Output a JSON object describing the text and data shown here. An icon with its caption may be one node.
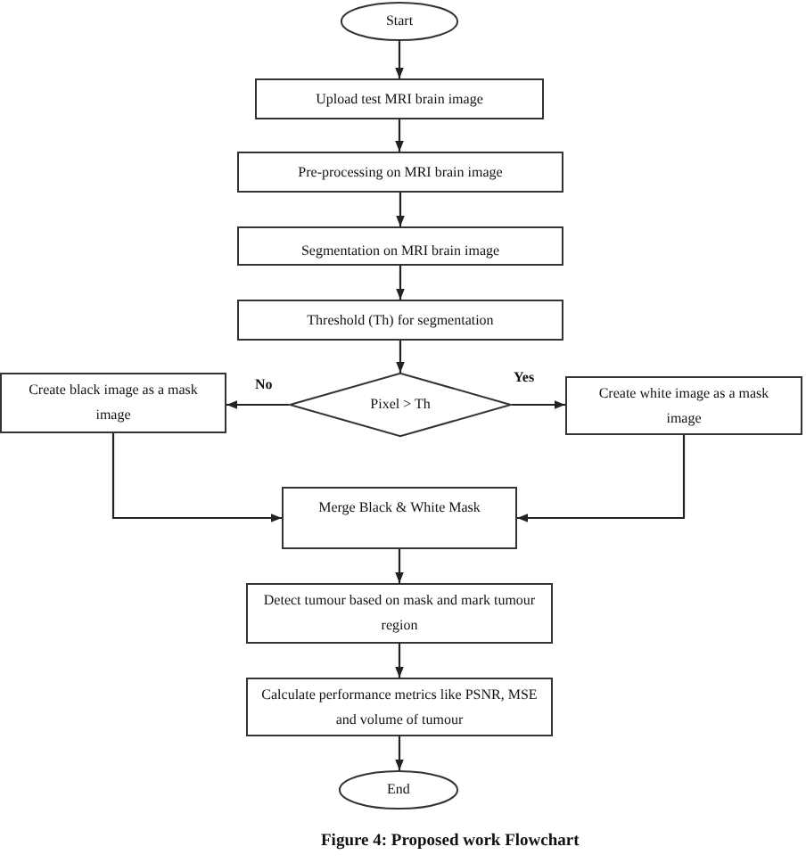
{
  "diagram": {
    "caption": "Figure 4: Proposed work Flowchart",
    "nodes": [
      {
        "text": [
          "Start"
        ]
      },
      {
        "text": [
          "Upload test MRI brain image"
        ]
      },
      {
        "text": [
          "Pre-processing on MRI brain image"
        ]
      },
      {
        "text": [
          "Segmentation on MRI brain image"
        ]
      },
      {
        "text": [
          "Threshold (Th) for segmentation"
        ]
      },
      {
        "text": [
          "Create black image as a mask image"
        ]
      },
      {
        "text": [
          "Pixel > Th"
        ]
      },
      {
        "text": [
          "Create white image as a mask image"
        ]
      },
      {
        "text": [
          "Merge Black & White Mask"
        ]
      },
      {
        "text": [
          "Detect tumour based on mask and mark tumour region"
        ]
      },
      {
        "text": [
          "Calculate performance metrics like PSNR, MSE and volume of tumour"
        ]
      },
      {
        "text": [
          "End"
        ]
      }
    ],
    "edges": [
      {
        "from": 0,
        "to": 1,
        "arrow": "to"
      },
      {
        "from": 1,
        "to": 2,
        "arrow": "to"
      },
      {
        "from": 2,
        "to": 3,
        "arrow": "to"
      },
      {
        "from": 3,
        "to": 4,
        "arrow": "to"
      },
      {
        "from": 4,
        "to": 6,
        "arrow": "to"
      },
      {
        "from": 6,
        "to": 5,
        "arrow": "to",
        "label": "No"
      },
      {
        "from": 6,
        "to": 7,
        "arrow": "to",
        "label": "Yes"
      },
      {
        "from": 5,
        "to": 8,
        "arrow": "to"
      },
      {
        "from": 7,
        "to": 8,
        "arrow": "to"
      },
      {
        "from": 8,
        "to": 9,
        "arrow": "to"
      },
      {
        "from": 9,
        "to": 10,
        "arrow": "to"
      },
      {
        "from": 10,
        "to": 11,
        "arrow": "to"
      }
    ]
  }
}
